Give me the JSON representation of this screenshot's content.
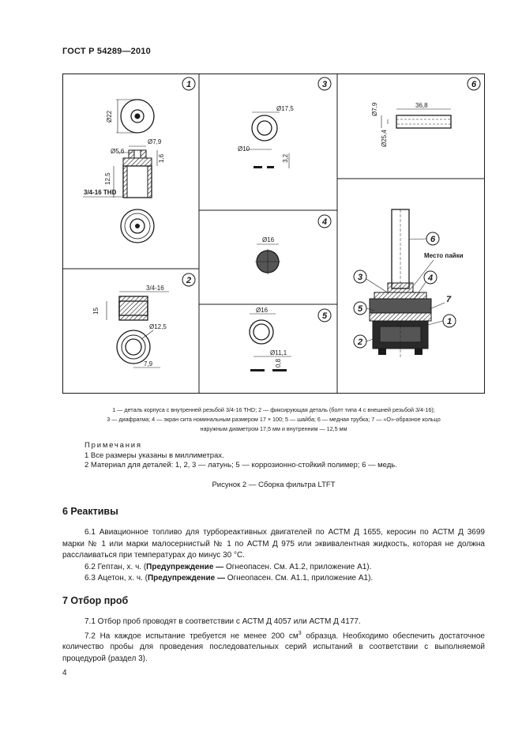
{
  "header": {
    "standard": "ГОСТ Р 54289—2010"
  },
  "figure": {
    "panel_numbers": [
      "1",
      "2",
      "3",
      "4",
      "5",
      "6"
    ],
    "dims": {
      "d22": "Ø22",
      "d79": "Ø7,9",
      "d56": "Ø5,6",
      "h16": "1,6",
      "h125": "12,5",
      "thread": "3/4-16 THD",
      "thread2": "3/4-16",
      "h15": "15",
      "d125": "Ø12,5",
      "w79": "7,9",
      "d175": "Ø17,5",
      "d10": "Ø10",
      "h32": "3,2",
      "d16a": "Ø16",
      "d16b": "Ø16",
      "d111": "Ø11,1",
      "h08": "0,8",
      "d79b": "Ø7,9",
      "w368": "36,8",
      "d254": "Ø25,4",
      "solder": "Место пайки"
    },
    "callouts": [
      "6",
      "3",
      "4",
      "5",
      "7",
      "1",
      "2"
    ]
  },
  "caption": {
    "line1": "1 — деталь корпуса с внутренней резьбой 3/4-16 THD; 2 — фиксирующая деталь (болт типа 4 с внешней резьбой 3/4-16);",
    "line2": "3 — диафрагма; 4 — экран сита номинальным размером 17 × 100; 5 — шайба; 6 — медная трубка; 7 — «О»-образное кольцо",
    "line3": "наружным диаметром 17,5 мм и внутренним — 12,5 мм"
  },
  "notes": {
    "title": "Примечания",
    "n1": "1 Все размеры указаны в миллиметрах.",
    "n2": "2 Материал для деталей: 1, 2, 3 — латунь; 5 — коррозионно-стойкий полимер; 6 — медь."
  },
  "figure_title": "Рисунок 2 — Сборка фильтра LTFT",
  "section6": {
    "heading": "6 Реактивы",
    "p1": "6.1 Авиационное топливо для турбореактивных двигателей по АСТМ Д 1655, керосин по АСТМ Д 3699 марки № 1 или марки малосернистый № 1 по АСТМ Д 975 или эквивалентная жидкость, которая не должна расслаиваться при температурах до минус 30 °С.",
    "p2_pre": "6.2 Гептан, х. ч. (",
    "p2_bold": "Предупреждение —",
    "p2_post": " Огнеопасен. См. А1.2, приложение А1).",
    "p3_pre": "6.3 Ацетон, х. ч. (",
    "p3_bold": "Предупреждение —",
    "p3_post": " Огнеопасен. См. А1.1, приложение А1)."
  },
  "section7": {
    "heading": "7 Отбор проб",
    "p1": "7.1 Отбор проб проводят в соответствии с АСТМ Д 4057 или АСТМ Д 4177.",
    "p2_pre": "7.2 На каждое испытание требуется не менее 200 см",
    "p2_sup": "3",
    "p2_post": " образца. Необходимо обеспечить достаточное количество пробы для проведения последовательных серий испытаний в соответствии с выполняемой процедурой (раздел 3)."
  },
  "page_number": "4"
}
